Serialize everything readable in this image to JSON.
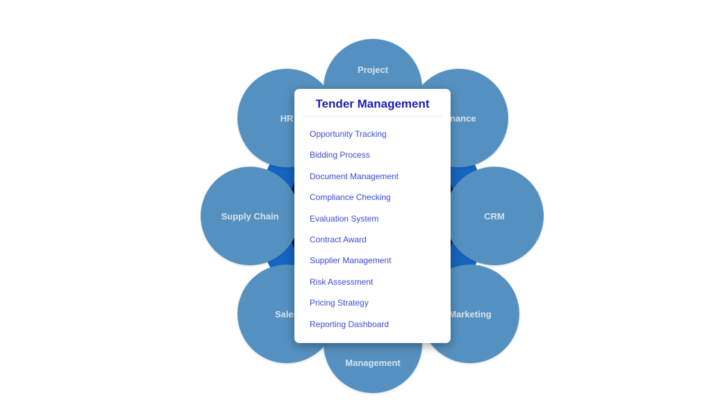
{
  "wheel": {
    "petals": {
      "project": "Project",
      "finance": "Finance",
      "crm": "CRM",
      "marketing": "Marketing",
      "management": "Management",
      "sales": "Sales",
      "supply_chain": "Supply Chain",
      "hr": "HR"
    }
  },
  "popup": {
    "title": "Tender Management",
    "items": [
      "Opportunity Tracking",
      "Bidding Process",
      "Document Management",
      "Compliance Checking",
      "Evaluation System",
      "Contract Award",
      "Supplier Management",
      "Risk Assessment",
      "Pricing Strategy",
      "Reporting Dashboard"
    ]
  },
  "colors": {
    "petal": "#5591c0",
    "wheel_ring": "#1565c0",
    "popup_title": "#1a1fb8",
    "popup_item": "#3a4bd6"
  }
}
